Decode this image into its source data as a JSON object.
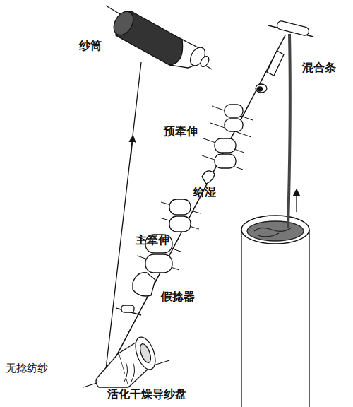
{
  "diagram": {
    "caption": "无捻纺纱",
    "labels": [
      "纱筒",
      "预牵伸",
      "混合条",
      "给湿",
      "主牵伸",
      "假捻器",
      "活化干燥导纱盘"
    ]
  }
}
